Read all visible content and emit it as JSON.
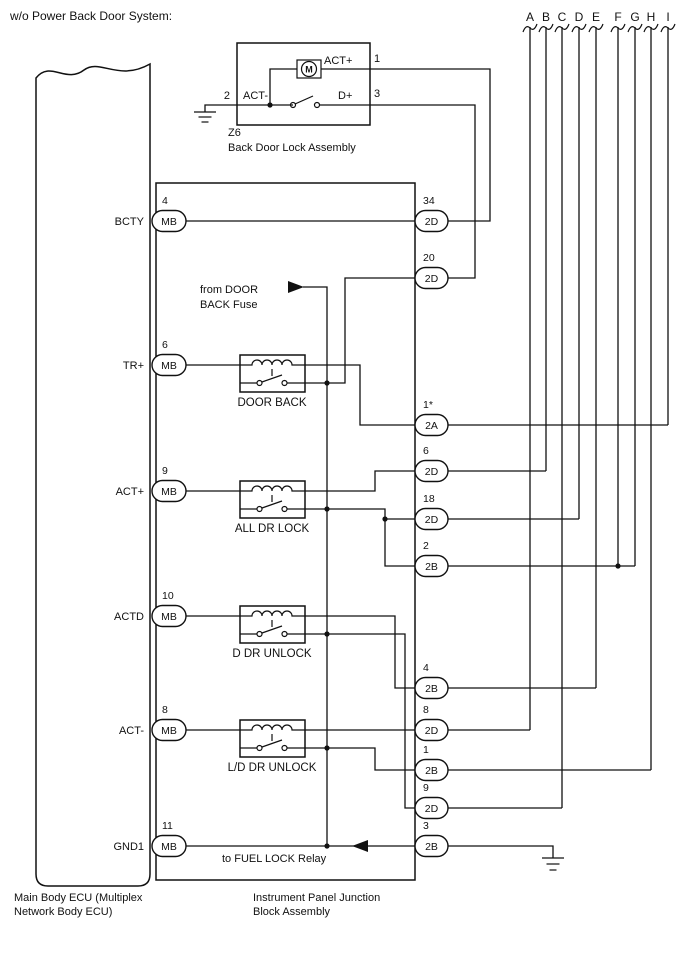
{
  "title": "w/o Power Back Door System:",
  "offpage": {
    "letters": [
      "A",
      "B",
      "C",
      "D",
      "E",
      "F",
      "G",
      "H",
      "I"
    ]
  },
  "lock_assembly": {
    "code": "Z6",
    "name": "Back Door Lock Assembly",
    "motor": "M",
    "pin1_num": "1",
    "pin1_label": "ACT+",
    "pin2_num": "2",
    "pin2_label": "ACT-",
    "pin3_num": "3",
    "pin3_label": "D+"
  },
  "ecu": {
    "name_line1": "Main Body ECU (Multiplex",
    "name_line2": "Network Body ECU)",
    "pins": [
      {
        "num": "4",
        "name": "BCTY",
        "conn": "MB"
      },
      {
        "num": "6",
        "name": "TR+",
        "conn": "MB"
      },
      {
        "num": "9",
        "name": "ACT+",
        "conn": "MB"
      },
      {
        "num": "10",
        "name": "ACTD",
        "conn": "MB"
      },
      {
        "num": "8",
        "name": "ACT-",
        "conn": "MB"
      },
      {
        "num": "11",
        "name": "GND1",
        "conn": "MB"
      }
    ]
  },
  "jb": {
    "name_line1": "Instrument Panel Junction",
    "name_line2": "Block Assembly",
    "relays": [
      {
        "name": "DOOR BACK"
      },
      {
        "name": "ALL DR LOCK"
      },
      {
        "name": "D DR UNLOCK"
      },
      {
        "name": "L/D DR UNLOCK"
      }
    ],
    "conns": [
      {
        "num": "34",
        "code": "2D"
      },
      {
        "num": "20",
        "code": "2D"
      },
      {
        "num": "1*",
        "code": "2A"
      },
      {
        "num": "6",
        "code": "2D"
      },
      {
        "num": "18",
        "code": "2D"
      },
      {
        "num": "2",
        "code": "2B"
      },
      {
        "num": "4",
        "code": "2B"
      },
      {
        "num": "8",
        "code": "2D"
      },
      {
        "num": "1",
        "code": "2B"
      },
      {
        "num": "9",
        "code": "2D"
      },
      {
        "num": "3",
        "code": "2B"
      }
    ]
  },
  "notes": {
    "fuse_line1": "from DOOR",
    "fuse_line2": "BACK Fuse",
    "fuel": "to FUEL LOCK Relay"
  }
}
